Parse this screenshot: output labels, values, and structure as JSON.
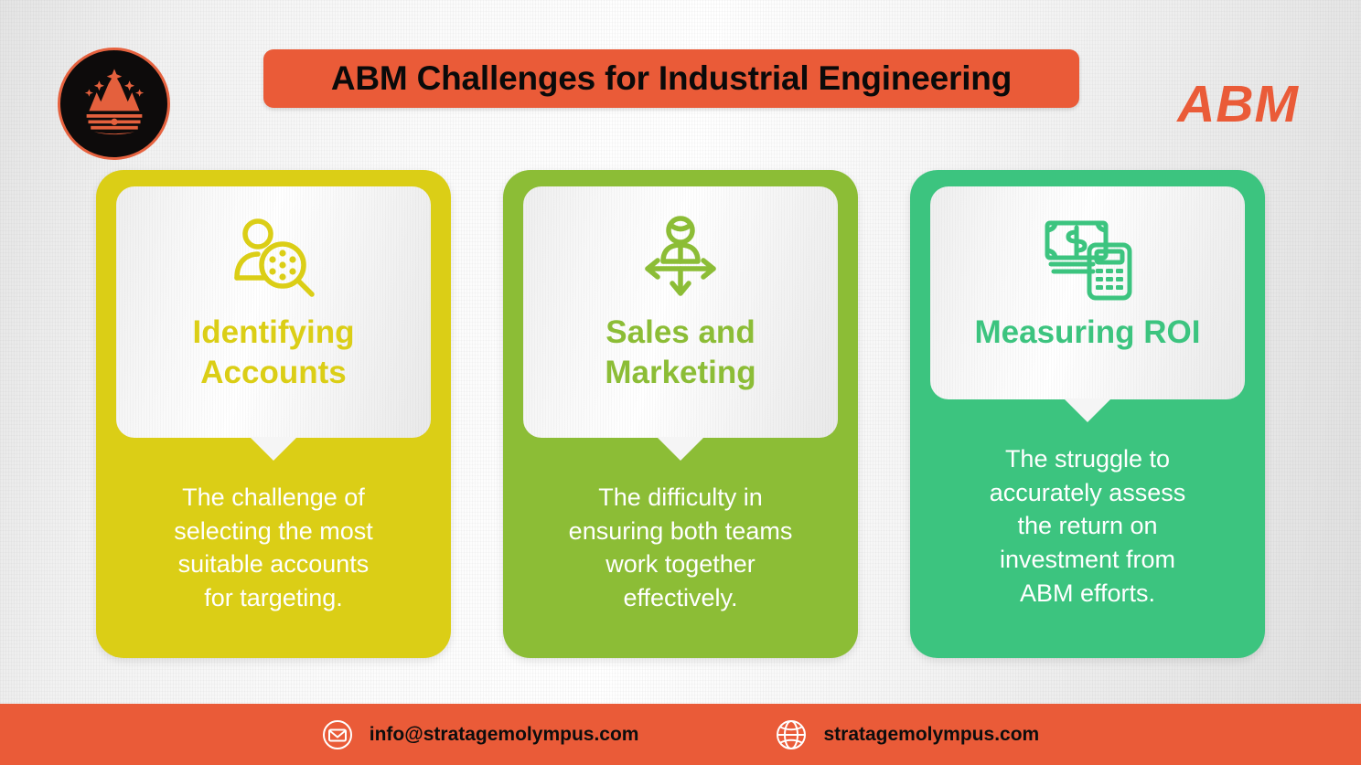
{
  "header": {
    "title": "ABM Challenges for Industrial Engineering",
    "abm_mark": "ABM",
    "logo_icon": "mountain-crown-logo"
  },
  "colors": {
    "orange": "#ea5b38",
    "yellow": "#dbce16",
    "green": "#8cbd36",
    "teal": "#3cc47f",
    "title_text": "#0a0a0a",
    "body_text": "#ffffff"
  },
  "cards": [
    {
      "title": "Identifying\nAccounts",
      "body": "The challenge of\nselecting the most\nsuitable accounts\nfor targeting.",
      "color": "#dbce16",
      "icon": "person-magnifier-icon"
    },
    {
      "title": "Sales and\nMarketing",
      "body": "The difficulty in\nensuring both teams\nwork together\neffectively.",
      "color": "#8cbd36",
      "icon": "person-arrows-alignment-icon"
    },
    {
      "title": "Measuring ROI",
      "body": "The struggle to\naccurately assess\nthe return on\ninvestment from\nABM efforts.",
      "color": "#3cc47f",
      "icon": "money-calculator-icon"
    }
  ],
  "footer": {
    "email": "info@stratagemolympus.com",
    "website": "stratagemolympus.com",
    "email_icon": "envelope-icon",
    "website_icon": "globe-icon"
  }
}
